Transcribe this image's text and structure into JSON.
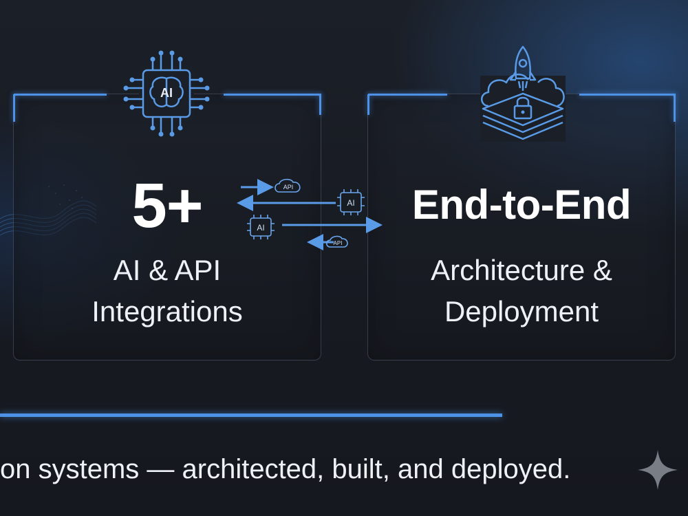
{
  "left_card": {
    "value": "5+",
    "label_line1": "AI & API",
    "label_line2": "Integrations",
    "icon": "ai-chip-icon",
    "chip_text": "AI"
  },
  "right_card": {
    "title": "End-to-End",
    "label_line1": "Architecture &",
    "label_line2": "Deployment",
    "icon": "cloud-rocket-lock-icon"
  },
  "connector": {
    "badge_top": "API",
    "badge_bottom": "API",
    "chip_right": "AI",
    "chip_left": "AI"
  },
  "tagline": "on systems — architected, built, and deployed.",
  "colors": {
    "accent": "#4d92e6",
    "background": "#1b1f27",
    "text": "#ffffff"
  }
}
